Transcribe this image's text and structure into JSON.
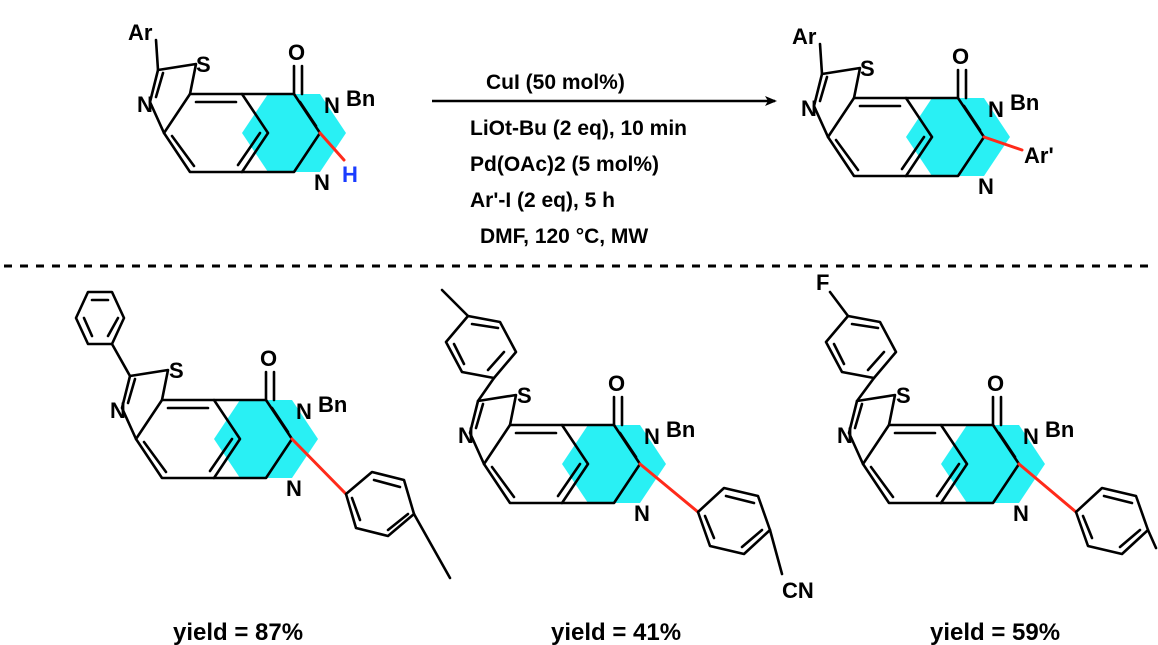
{
  "reaction": {
    "reactant_labels": {
      "ar": "Ar",
      "s": "S",
      "n": "N",
      "o": "O",
      "bn": "Bn",
      "h": "H"
    },
    "product_labels": {
      "ar": "Ar",
      "s": "S",
      "n": "N",
      "o": "O",
      "bn": "Bn",
      "ar_prime": "Ar'"
    },
    "conditions": [
      "CuI (50 mol%)",
      "LiOt-Bu (2 eq), 10 min",
      "Pd(OAc)2 (5 mol%)",
      "Ar'-I (2 eq), 5 h",
      "DMF, 120 °C, MW"
    ]
  },
  "examples": [
    {
      "substituent_top": "",
      "substituent_bottom": "",
      "yield": "yield = 87%"
    },
    {
      "substituent_top": "",
      "substituent_bottom": "CN",
      "yield": "yield = 41%"
    },
    {
      "substituent_top": "F",
      "substituent_bottom": "",
      "yield": "yield = 59%"
    }
  ],
  "colors": {
    "highlight": "#29f0f4",
    "new_bond": "#ff2a1a",
    "hydrogen": "#1a3cff"
  }
}
